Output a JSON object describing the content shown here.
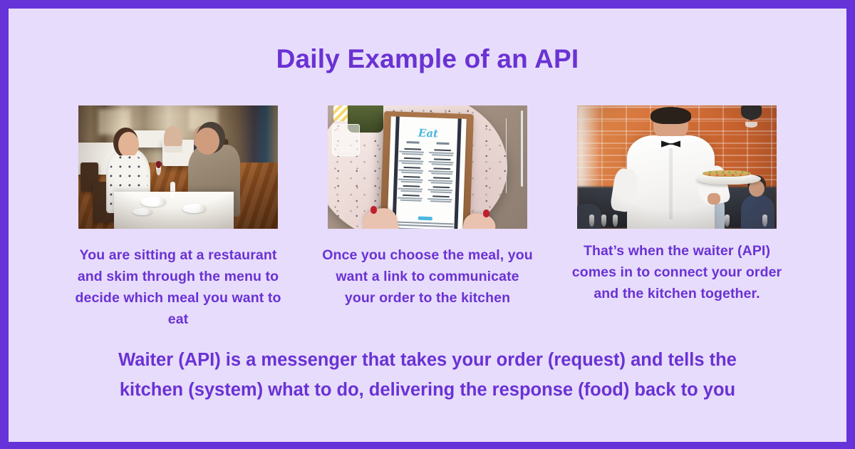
{
  "poster": {
    "title": "Daily Example of an API",
    "border_color": "#6633d9",
    "background_color": "#e7dcfb",
    "text_color": "#6a32d4"
  },
  "steps": [
    {
      "image_alt": "Couple sitting at a table in a restaurant dining room",
      "caption": "You are sitting at a restaurant and skim through the menu to decide which meal you want to eat"
    },
    {
      "image_alt": "Hands holding a restaurant menu on a clipboard over a pink table",
      "menu_heading": "Eat",
      "caption": "Once you choose the meal, you want a link to communicate your order to the kitchen"
    },
    {
      "image_alt": "Waiter in white shirt and bow tie carrying a plate of food",
      "caption": "That’s when the waiter (API) comes in to connect your order and the kitchen together."
    }
  ],
  "summary": "Waiter (API) is a messenger that takes your order (request) and tells the kitchen (system) what to do, delivering the response (food) back to you"
}
